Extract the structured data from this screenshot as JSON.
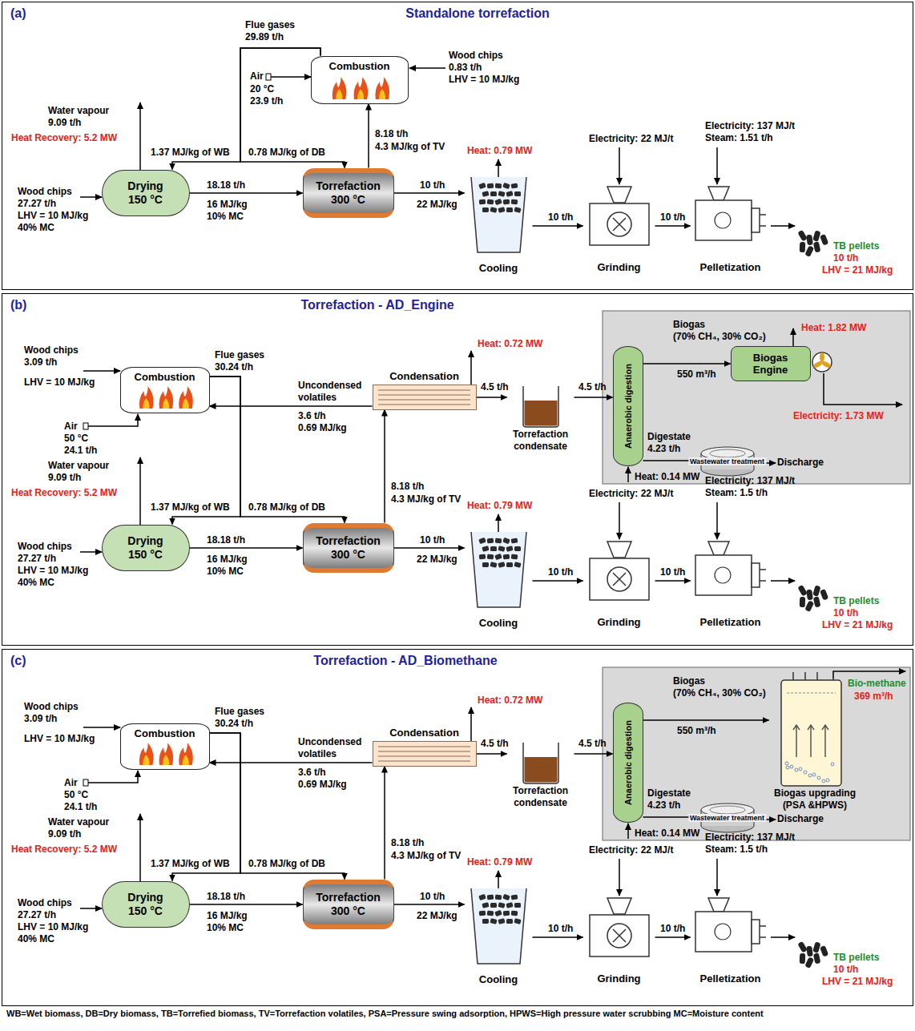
{
  "diagram": {
    "caption": "WB=Wet biomass, DB=Dry biomass, TB=Torrefied biomass, TV=Torrefaction volatiles, PSA=Pressure swing adsorption, HPWS=High pressure water scrubbing MC=Moisture content",
    "nodes": [
      {
        "text": [
          "(a)",
          "Standalone torrefaction"
        ]
      },
      {
        "text": [
          "Combustion"
        ],
        "in": 0
      },
      {
        "text": [
          "Drying",
          "150 °C"
        ],
        "in": 0
      },
      {
        "text": [
          "Torrefaction",
          "300 °C"
        ],
        "in": 0
      },
      {
        "text": [
          "Cooling"
        ],
        "in": 0
      },
      {
        "text": [
          "Grinding"
        ],
        "in": 0
      },
      {
        "text": [
          "Pelletization"
        ],
        "in": 0
      },
      {
        "text": [
          "(b)",
          "Torrefaction - AD_Engine"
        ]
      },
      {
        "text": [
          "Combustion"
        ],
        "in": 7
      },
      {
        "text": [
          "Condensation"
        ],
        "in": 7
      },
      {
        "text": [
          "Torrefaction condensate"
        ],
        "in": 7
      },
      {
        "text": [
          "Anaerobic digestion"
        ],
        "in": 7
      },
      {
        "text": [
          "Biogas Engine"
        ],
        "in": 7
      },
      {
        "text": [
          "Wastewater treatment"
        ],
        "in": 7
      },
      {
        "text": [
          "Drying",
          "150 °C"
        ],
        "in": 7
      },
      {
        "text": [
          "Torrefaction",
          "300 °C"
        ],
        "in": 7
      },
      {
        "text": [
          "Cooling"
        ],
        "in": 7
      },
      {
        "text": [
          "Grinding"
        ],
        "in": 7
      },
      {
        "text": [
          "Pelletization"
        ],
        "in": 7
      },
      {
        "text": [
          "(c)",
          "Torrefaction - AD_Biomethane"
        ]
      },
      {
        "text": [
          "Combustion"
        ],
        "in": 19
      },
      {
        "text": [
          "Condensation"
        ],
        "in": 19
      },
      {
        "text": [
          "Torrefaction condensate"
        ],
        "in": 19
      },
      {
        "text": [
          "Anaerobic digestion"
        ],
        "in": 19
      },
      {
        "text": [
          "Biogas upgrading (PSA &HPWS)"
        ],
        "in": 19
      },
      {
        "text": [
          "Wastewater treatment"
        ],
        "in": 19
      },
      {
        "text": [
          "Drying",
          "150 °C"
        ],
        "in": 19
      },
      {
        "text": [
          "Torrefaction",
          "300 °C"
        ],
        "in": 19
      },
      {
        "text": [
          "Cooling"
        ],
        "in": 19
      },
      {
        "text": [
          "Grinding"
        ],
        "in": 19
      },
      {
        "text": [
          "Pelletization"
        ],
        "in": 19
      }
    ],
    "edges": [
      {
        "from": 1,
        "to": 2,
        "label": "1.37 MJ/kg of WB",
        "arrow": "to"
      },
      {
        "from": 1,
        "to": 3,
        "label": "0.78 MJ/kg of DB",
        "arrow": "to"
      },
      {
        "from": 3,
        "to": 1,
        "label": "8.18 t/h",
        "arrow": "to"
      },
      {
        "from": 2,
        "to": 3,
        "label": "18.18 t/h",
        "arrow": "to"
      },
      {
        "from": 3,
        "to": 4,
        "label": "10 t/h",
        "arrow": "to"
      },
      {
        "from": 4,
        "to": 5,
        "label": "10 t/h",
        "arrow": "to"
      },
      {
        "from": 5,
        "to": 6,
        "label": "10 t/h",
        "arrow": "to"
      },
      {
        "from": 8,
        "to": 14,
        "label": "1.37 MJ/kg of WB",
        "arrow": "to"
      },
      {
        "from": 8,
        "to": 15,
        "label": "0.78 MJ/kg of DB",
        "arrow": "to"
      },
      {
        "from": 15,
        "to": 9,
        "label": "8.18 t/h",
        "arrow": "to"
      },
      {
        "from": 9,
        "to": 8,
        "label": "Uncondensed volatiles",
        "arrow": "to"
      },
      {
        "from": 9,
        "to": 10,
        "label": "4.5 t/h",
        "arrow": "to"
      },
      {
        "from": 10,
        "to": 11,
        "label": "4.5 t/h",
        "arrow": "to"
      },
      {
        "from": 11,
        "to": 12,
        "label": "550 m³/h",
        "arrow": "to"
      },
      {
        "from": 11,
        "to": 13,
        "label": "Digestate 4.23 t/h",
        "arrow": "to"
      },
      {
        "from": 14,
        "to": 15,
        "label": "18.18 t/h",
        "arrow": "to"
      },
      {
        "from": 15,
        "to": 16,
        "label": "10 t/h",
        "arrow": "to"
      },
      {
        "from": 16,
        "to": 17,
        "label": "10 t/h",
        "arrow": "to"
      },
      {
        "from": 17,
        "to": 18,
        "label": "10 t/h",
        "arrow": "to"
      },
      {
        "from": 20,
        "to": 26,
        "label": "1.37 MJ/kg of WB",
        "arrow": "to"
      },
      {
        "from": 20,
        "to": 27,
        "label": "0.78 MJ/kg of DB",
        "arrow": "to"
      },
      {
        "from": 27,
        "to": 21,
        "label": "8.18 t/h",
        "arrow": "to"
      },
      {
        "from": 21,
        "to": 20,
        "label": "Uncondensed volatiles",
        "arrow": "to"
      },
      {
        "from": 21,
        "to": 22,
        "label": "4.5 t/h",
        "arrow": "to"
      },
      {
        "from": 22,
        "to": 23,
        "label": "4.5 t/h",
        "arrow": "to"
      },
      {
        "from": 23,
        "to": 24,
        "label": "550 m³/h",
        "arrow": "to"
      },
      {
        "from": 23,
        "to": 25,
        "label": "Digestate 4.23 t/h",
        "arrow": "to"
      },
      {
        "from": 26,
        "to": 27,
        "label": "18.18 t/h",
        "arrow": "to"
      },
      {
        "from": 27,
        "to": 28,
        "label": "10 t/h",
        "arrow": "to"
      },
      {
        "from": 28,
        "to": 29,
        "label": "10 t/h",
        "arrow": "to"
      },
      {
        "from": 29,
        "to": 30,
        "label": "10 t/h",
        "arrow": "to"
      }
    ],
    "labels": [
      "Flue gases 29.89 t/h",
      "Air",
      "20 °C 23.9 t/h",
      "Wood chips 0.83 t/h",
      "LHV = 10 MJ/kg",
      "4.3 MJ/kg of TV",
      "Water vapour 9.09 t/h",
      "Heat Recovery: 5.2 MW",
      "Wood chips 27.27 t/h",
      "LHV = 10 MJ/kg 40% MC",
      "16 MJ/kg 10% MC",
      "22 MJ/kg",
      "Heat: 0.79 MW",
      "Electricity: 22 MJ/t",
      "Electricity: 137 MJ/t Steam: 1.51 t/h",
      "TB pellets",
      "10 t/h",
      "LHV = 21 MJ/kg",
      "Wood chips 3.09 t/h",
      "LHV = 10 MJ/kg",
      "Air",
      "50 °C 24.1 t/h",
      "Flue gases 30.24 t/h",
      "Heat: 0.72 MW",
      "3.6 t/h",
      "0.69 MJ/kg",
      "4.3 MJ/kg of TV",
      "Biogas",
      "(70% CH₄, 30% CO₂)",
      "Heat: 1.82 MW",
      "Electricity: 1.73 MW",
      "Heat: 0.14 MW",
      "Discharge",
      "Water vapour 9.09 t/h",
      "Heat Recovery: 5.2 MW",
      "Wood chips 27.27 t/h",
      "LHV = 10 MJ/kg 40% MC",
      "16 MJ/kg 10% MC",
      "22 MJ/kg",
      "Heat: 0.79 MW",
      "Electricity: 22 MJ/t",
      "Electricity: 137 MJ/t Steam: 1.5 t/h",
      "TB pellets",
      "10 t/h",
      "LHV = 21 MJ/kg",
      "Wood chips 3.09 t/h",
      "LHV = 10 MJ/kg",
      "Air",
      "50 °C 24.1 t/h",
      "Flue gases 30.24 t/h",
      "Heat: 0.72 MW",
      "3.6 t/h",
      "0.69 MJ/kg",
      "4.3 MJ/kg of TV",
      "Biogas",
      "(70% CH₄, 30% CO₂)",
      "Bio-methane",
      "369 m³/h",
      "Heat: 0.14 MW",
      "Discharge",
      "Water vapour 9.09 t/h",
      "Heat Recovery: 5.2 MW",
      "Wood chips 27.27 t/h",
      "LHV = 10 MJ/kg 40% MC",
      "16 MJ/kg 10% MC",
      "22 MJ/kg",
      "Heat: 0.79 MW",
      "Electricity: 22 MJ/t",
      "Electricity: 137 MJ/t Steam: 1.5 t/h",
      "TB pellets",
      "10 t/h",
      "LHV = 21 MJ/kg"
    ]
  }
}
